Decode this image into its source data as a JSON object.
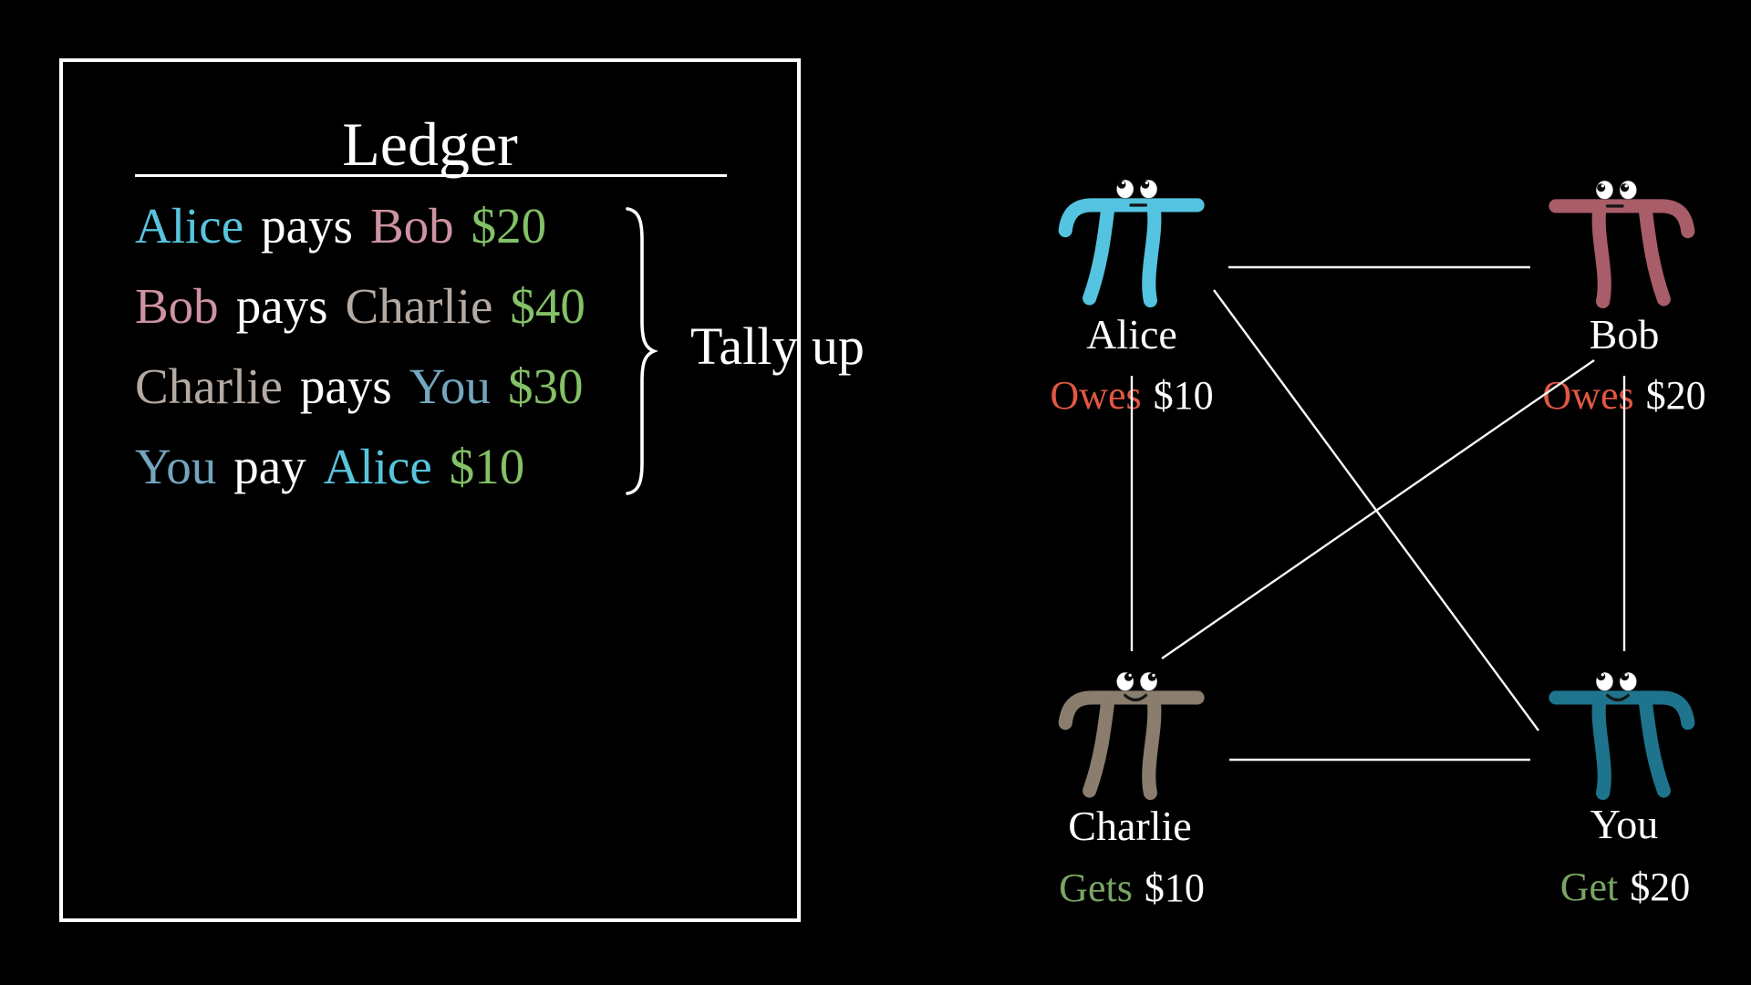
{
  "colors": {
    "background": "#000000",
    "text": "#FFFFFF",
    "edge": "#F7F7F7",
    "alice": "#58C4DD",
    "bob": "#CE93A1",
    "charlie": "#B3AAA3",
    "you": "#74A6BF",
    "money": "#83C167",
    "owes": "#E25744",
    "gets": "#79A563",
    "alice-creature": "#53C3DF",
    "bob-creature": "#A85D68",
    "charlie-creature": "#8A7D6E",
    "you-creature": "#1E748C"
  },
  "ledger": {
    "title": "Ledger",
    "entries": [
      {
        "from": "Alice",
        "verb": "pays",
        "to": "Bob",
        "amount": "$20"
      },
      {
        "from": "Bob",
        "verb": "pays",
        "to": "Charlie",
        "amount": "$40"
      },
      {
        "from": "Charlie",
        "verb": "pays",
        "to": "You",
        "amount": "$30"
      },
      {
        "from": "You",
        "verb": "pay",
        "to": "Alice",
        "amount": "$10"
      }
    ],
    "annotation": "Tally up"
  },
  "graph": {
    "nodes": {
      "alice": {
        "name": "Alice",
        "status_word": "Owes",
        "status_amount": "$10"
      },
      "bob": {
        "name": "Bob",
        "status_word": "Owes",
        "status_amount": "$20"
      },
      "charlie": {
        "name": "Charlie",
        "status_word": "Gets",
        "status_amount": "$10"
      },
      "you": {
        "name": "You",
        "status_word": "Get",
        "status_amount": "$20"
      }
    },
    "edges": [
      "Alice-Bob",
      "Charlie-You",
      "Alice-Charlie",
      "Bob-You",
      "Alice-You",
      "Bob-Charlie"
    ]
  }
}
